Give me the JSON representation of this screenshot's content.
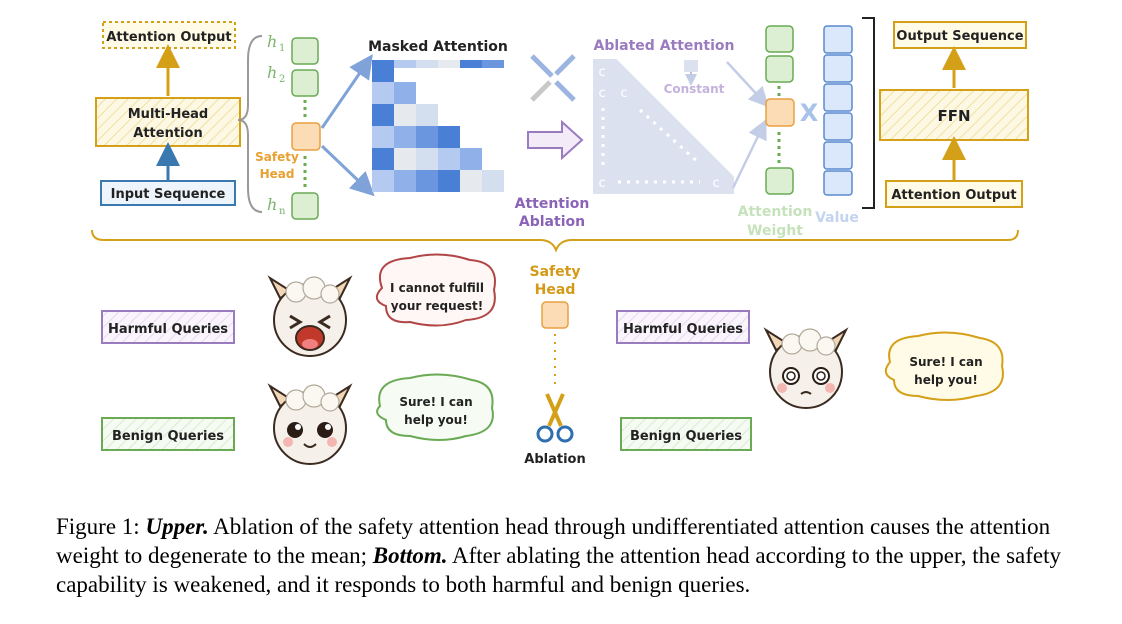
{
  "upper": {
    "attention_output_top": "Attention Output",
    "multi_head_attention": [
      "Multi-Head",
      "Attention"
    ],
    "input_sequence": "Input Sequence",
    "heads": [
      "h",
      "h",
      "h"
    ],
    "head_subscripts": [
      "1",
      "2",
      "n"
    ],
    "safety_head": [
      "Safety",
      "Head"
    ],
    "masked_attention": "Masked Attention",
    "attention_ablation": [
      "Attention",
      "Ablation"
    ],
    "ablated_attention": "Ablated Attention",
    "constant": "Constant",
    "c": "c",
    "attention_weight": [
      "Attention",
      "Weight"
    ],
    "value": "Value",
    "x_sign": "X",
    "output_sequence": "Output Sequence",
    "ffn": "FFN",
    "attention_output_right": "Attention Output"
  },
  "lower": {
    "harmful_queries": "Harmful Queries",
    "benign_queries": "Benign Queries",
    "refusal_bubble": [
      "I cannot fulfill",
      "your request!"
    ],
    "help_bubble": [
      "Sure! I can",
      "help you!"
    ],
    "safety_head": [
      "Safety",
      "Head"
    ],
    "ablation": "Ablation"
  },
  "colors": {
    "orange": "#d4a017",
    "blue": "#3a78b0",
    "green": "#6aaa55",
    "purple": "#9b7bbf",
    "red": "#b04646",
    "head_fill": "#fcdcb4"
  },
  "caption": {
    "prefix": "Figure 1: ",
    "upper_label": "Upper.",
    "upper_text": " Ablation of the safety attention head through undifferentiated attention causes the attention weight to degenerate to the mean; ",
    "bottom_label": "Bottom.",
    "bottom_text": " After ablating the attention head according to the upper, the safety capability is weakened, and it responds to both harmful and benign queries."
  }
}
